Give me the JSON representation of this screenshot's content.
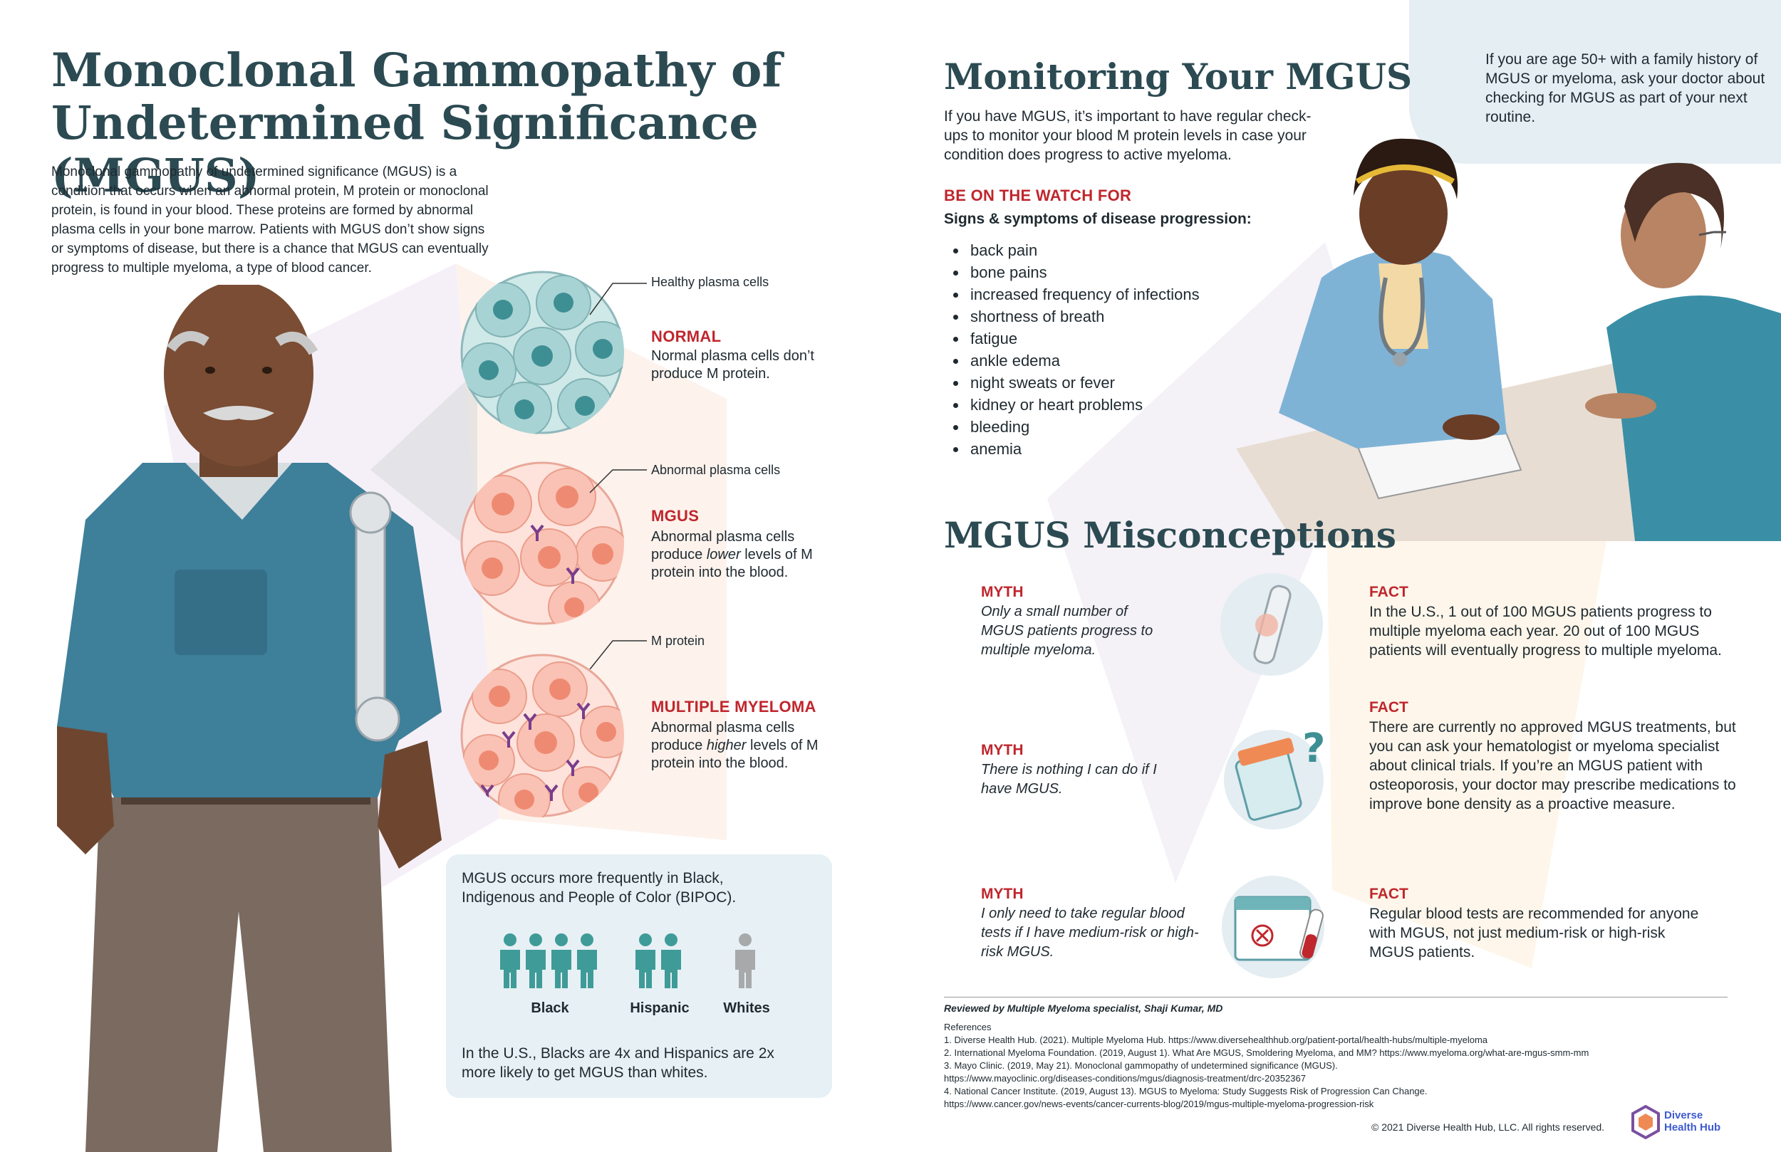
{
  "left": {
    "title_line1": "Monoclonal Gammopathy of",
    "title_line2": "Undetermined Significance (MGUS)",
    "intro": "Monoclonal gammopathy of undetermined significance (MGUS) is a condition that occurs when an abnormal protein, M protein or monoclonal protein, is found in your blood. These proteins are formed by abnormal plasma cells in your bone marrow. Patients with MGUS don’t show signs or symptoms of disease, but there is a chance that MGUS can eventually progress to multiple myeloma, a type of blood cancer.",
    "stages": [
      {
        "callout": "Healthy plasma cells",
        "label": "NORMAL",
        "desc": "Normal plasma cells don’t produce M protein."
      },
      {
        "callout": "Abnormal plasma cells",
        "label": "MGUS",
        "desc_pre": "Abnormal plasma cells produce ",
        "desc_em": "lower",
        "desc_post": " levels of M protein into the blood."
      },
      {
        "callout": "M protein",
        "label": "MULTIPLE MYELOMA",
        "desc_pre": "Abnormal plasma cells produce ",
        "desc_em": "higher",
        "desc_post": " levels of M protein into the blood."
      }
    ],
    "stats": {
      "intro": "MGUS occurs more frequently in Black, Indigenous and People of Color (BIPOC).",
      "groups": [
        {
          "label": "Black",
          "count": 4,
          "color": "#3f9b98"
        },
        {
          "label": "Hispanic",
          "count": 2,
          "color": "#3f9b98"
        },
        {
          "label": "Whites",
          "count": 1,
          "color": "#a7a9ab"
        }
      ],
      "note": "In the U.S., Blacks are 4x and Hispanics are 2x more likely to get MGUS than whites."
    }
  },
  "monitoring": {
    "title": "Monitoring Your MGUS",
    "body": "If you have MGUS, it’s important to have regular check-ups to monitor your blood M protein levels in case your condition does progress to active myeloma.",
    "watch_label": "BE ON THE WATCH FOR",
    "signs_heading": "Signs & symptoms of disease progression:",
    "symptoms": [
      "back pain",
      "bone pains",
      "increased frequency of infections",
      "shortness of breath",
      "fatigue",
      "ankle edema",
      "night sweats or fever",
      "kidney or heart problems",
      "bleeding",
      "anemia"
    ],
    "bubble": "If you are age 50+ with a family history of MGUS or myeloma, ask your doctor about checking for MGUS as part of your next routine."
  },
  "misconceptions": {
    "title": "MGUS Misconceptions",
    "myth_label": "MYTH",
    "fact_label": "FACT",
    "items": [
      {
        "myth": "Only a small number of MGUS patients progress to multiple myeloma.",
        "fact": "In the U.S., 1 out of 100 MGUS patients progress to multiple myeloma each year. 20 out of 100 MGUS patients will eventually progress to multiple myeloma."
      },
      {
        "myth": "There is nothing I can do if I have MGUS.",
        "fact": "There are currently no approved MGUS treatments, but you can ask your hematologist or myeloma specialist about clinical trials. If you’re an MGUS patient with osteoporosis, your doctor may prescribe medications to improve bone density as a proactive measure."
      },
      {
        "myth": "I only need to take regular blood tests if I have medium-risk or high-risk MGUS.",
        "fact": "Regular blood tests are recommended for anyone with MGUS, not just medium-risk or high-risk MGUS patients."
      }
    ]
  },
  "footer": {
    "reviewed": "Reviewed by Multiple Myeloma specialist, Shaji Kumar, MD",
    "refs_title": "References",
    "refs": [
      "1. Diverse Health Hub. (2021). Multiple Myeloma Hub. https://www.diversehealthhub.org/patient-portal/health-hubs/multiple-myeloma",
      "2. International Myeloma Foundation. (2019, August 1). What Are MGUS, Smoldering Myeloma, and MM? https://www.myeloma.org/what-are-mgus-smm-mm",
      "3. Mayo Clinic. (2019, May 21). Monoclonal gammopathy of undetermined significance (MGUS).",
      "https://www.mayoclinic.org/diseases-conditions/mgus/diagnosis-treatment/drc-20352367",
      "4. National Cancer Institute. (2019, August 13). MGUS to Myeloma: Study Suggests Risk of Progression Can Change.",
      "https://www.cancer.gov/news-events/cancer-currents-blog/2019/mgus-multiple-myeloma-progression-risk"
    ],
    "copyright": "© 2021 Diverse Health Hub, LLC. All rights reserved.",
    "logo_line1": "Diverse",
    "logo_line2": "Health Hub"
  }
}
